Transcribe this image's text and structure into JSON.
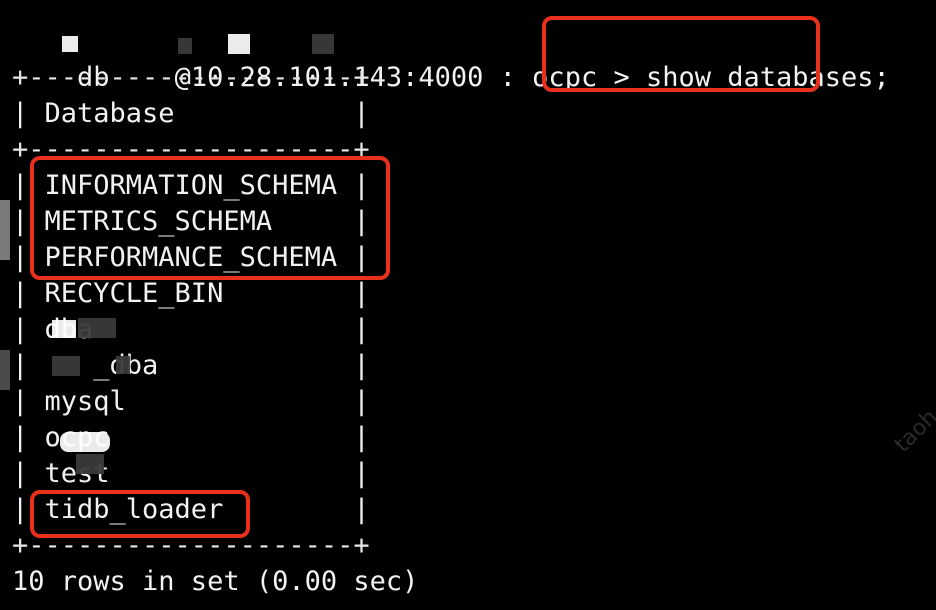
{
  "prompt": {
    "text": "db    @10.28.101.143:4000 : ocpc > ",
    "command": "show databases;"
  },
  "table": {
    "border": "+--------------------+",
    "header": "| Database           |",
    "rows": [
      "| INFORMATION_SCHEMA |",
      "| METRICS_SCHEMA     |",
      "| PERFORMANCE_SCHEMA |",
      "| RECYCLE_BIN        |",
      "| dba                |",
      "|    _dba            |",
      "| mysql              |",
      "| ocpc               |",
      "| test               |",
      "| tidb_loader        |"
    ]
  },
  "footer": "10 rows in set (0.00 sec)",
  "watermark": "taoh",
  "colors": {
    "background": "#000000",
    "text": "#f2f2f2",
    "highlight": "#e8301c"
  }
}
